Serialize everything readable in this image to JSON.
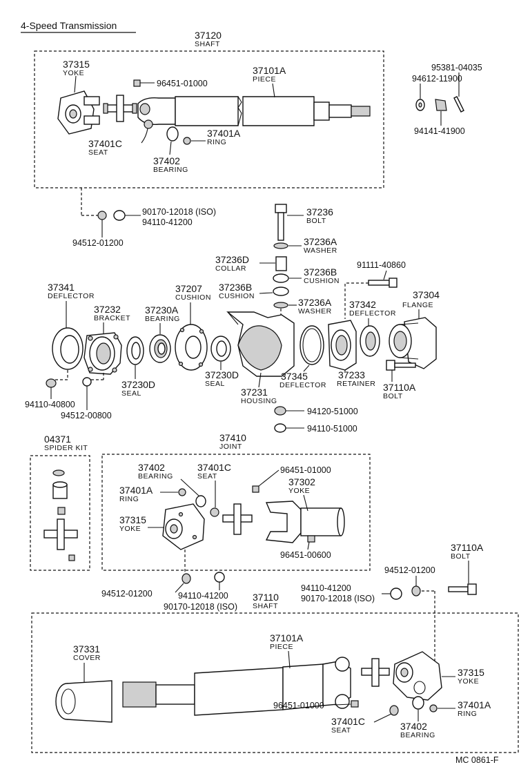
{
  "title": "4-Speed Transmission",
  "code": "MC  0861-F",
  "labels": {
    "shaft_top_num": "37120",
    "shaft_top_name": "SHAFT",
    "yoke_tl_num": "37315",
    "yoke_tl_name": "YOKE",
    "fit_top_num": "96451-01000",
    "piece_top_num": "37101A",
    "piece_top_name": "PIECE",
    "seat_tl_num": "37401C",
    "seat_tl_name": "SEAT",
    "ring_top_num": "37401A",
    "ring_top_name": "RING",
    "bearing_top_num": "37402",
    "bearing_top_name": "BEARING",
    "nut_a": "95381-04035",
    "washer_a": "94612-11900",
    "nut_b": "94141-41900",
    "nut_iso_a": "90170-12018 (ISO)",
    "nut_c": "94110-41200",
    "washer_b": "94512-01200",
    "bolt_num": "37236",
    "bolt_name": "BOLT",
    "washer_top_num": "37236A",
    "washer_top_name": "WASHER",
    "collar_num": "37236D",
    "collar_name": "COLLAR",
    "cushion_r_num": "37236B",
    "cushion_r_name": "CUSHION",
    "bolt_small": "91111-40860",
    "cushion_l_num": "37236B",
    "cushion_l_name": "CUSHION",
    "washer_low_num": "37236A",
    "washer_low_name": "WASHER",
    "deflector_l_num": "37341",
    "deflector_l_name": "DEFLECTOR",
    "bracket_num": "37232",
    "bracket_name": "BRACKET",
    "bearing_mid_num": "37230A",
    "bearing_mid_name": "BEARING",
    "cushion_big_num": "37207",
    "cushion_big_name": "CUSHION",
    "deflector_r_num": "37342",
    "deflector_r_name": "DEFLECTOR",
    "flange_num": "37304",
    "flange_name": "FLANGE",
    "seal_l_num": "37230D",
    "seal_l_name": "SEAL",
    "seal_r_num": "37230D",
    "seal_r_name": "SEAL",
    "housing_num": "37231",
    "housing_name": "HOUSING",
    "deflector_c_num": "37345",
    "deflector_c_name": "DEFLECTOR",
    "retainer_num": "37233",
    "retainer_name": "RETAINER",
    "bolt_mid_num": "37110A",
    "bolt_mid_name": "BOLT",
    "nut_d": "94110-40800",
    "washer_c": "94512-00800",
    "nut_e": "94120-51000",
    "nut_f": "94110-51000",
    "spider_num": "04371",
    "spider_name": "SPIDER KIT",
    "joint_num": "37410",
    "joint_name": "JOINT",
    "bearing_j_num": "37402",
    "bearing_j_name": "BEARING",
    "seat_j_num": "37401C",
    "seat_j_name": "SEAT",
    "fit_j_num": "96451-01000",
    "ring_j_num": "37401A",
    "ring_j_name": "RING",
    "yoke_j2_num": "37302",
    "yoke_j2_name": "YOKE",
    "yoke_j_num": "37315",
    "yoke_j_name": "YOKE",
    "fit_j2_num": "96451-00600",
    "bolt_low_num": "37110A",
    "bolt_low_name": "BOLT",
    "washer_d": "94512-01200",
    "nut_g": "94110-41200",
    "nut_iso_b": "90170-12018 (ISO)",
    "washer_e": "94512-01200",
    "nut_h": "94110-41200",
    "nut_iso_c": "90170-12018 (ISO)",
    "shaft_low_num": "37110",
    "shaft_low_name": "SHAFT",
    "cover_num": "37331",
    "cover_name": "COVER",
    "piece_low_num": "37101A",
    "piece_low_name": "PIECE",
    "yoke_low_num": "37315",
    "yoke_low_name": "YOKE",
    "fit_low_num": "96451-01000",
    "ring_low_num": "37401A",
    "ring_low_name": "RING",
    "seat_low_num": "37401C",
    "seat_low_name": "SEAT",
    "bearing_low_num": "37402",
    "bearing_low_name": "BEARING"
  }
}
